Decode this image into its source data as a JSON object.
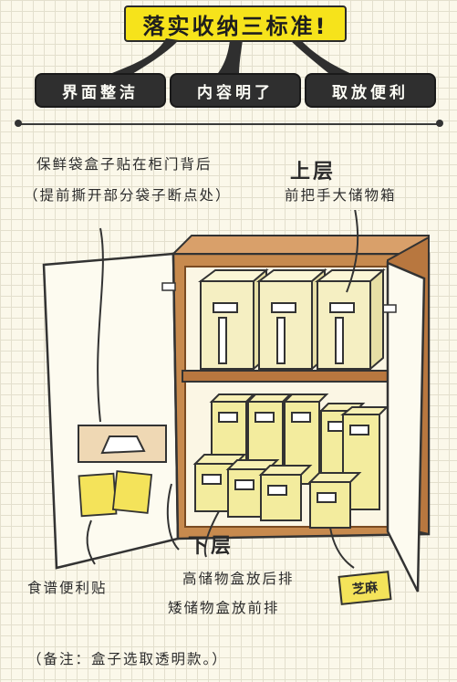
{
  "title": "落实收纳三标准!",
  "standards": [
    "界面整洁",
    "内容明了",
    "取放便利"
  ],
  "door_note": {
    "line1": "保鲜袋盒子贴在柜门背后",
    "line2": "（提前撕开部分袋子断点处）"
  },
  "upper": {
    "heading": "上层",
    "text": "前把手大储物箱"
  },
  "lower": {
    "heading": "下层",
    "line1": "高储物盒放后排",
    "line2": "矮储物盒放前排"
  },
  "recipe_note": "食谱便利贴",
  "sesame_label": "芝麻",
  "footer": "（备注：盒子选取透明款。）",
  "colors": {
    "title_bg": "#f6e31b",
    "pill_bg": "#2f2f2f",
    "box_fill": "#f5efc2",
    "cabinet_wood": "#b8773f",
    "sticky": "#f4e35a"
  }
}
